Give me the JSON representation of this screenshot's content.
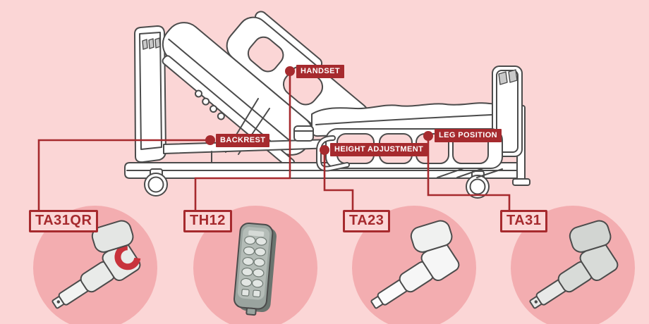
{
  "diagram": {
    "callouts": [
      {
        "id": "backrest",
        "label": "BACKREST"
      },
      {
        "id": "handset",
        "label": "HANDSET"
      },
      {
        "id": "height-adjustment",
        "label": "HEIGHT ADJUSTMENT"
      },
      {
        "id": "leg-position",
        "label": "LEG POSITION"
      }
    ],
    "products": [
      {
        "code": "TA31QR",
        "connected_callout": "BACKREST",
        "icon": "linear-actuator-quick-release-icon"
      },
      {
        "code": "TH12",
        "connected_callout": "HANDSET",
        "icon": "handset-remote-icon"
      },
      {
        "code": "TA23",
        "connected_callout": "HEIGHT ADJUSTMENT",
        "icon": "linear-actuator-white-icon"
      },
      {
        "code": "TA31",
        "connected_callout": "LEG POSITION",
        "icon": "linear-actuator-gray-icon"
      }
    ],
    "illustration": "hospital-bed-line-art",
    "colors": {
      "background": "#fbd6d6",
      "product_circle": "#f3adb0",
      "accent_red": "#a62a2e",
      "line_art": "#4b4b4b",
      "callout_text": "#ffffff",
      "clamp_red": "#c8333c"
    }
  }
}
